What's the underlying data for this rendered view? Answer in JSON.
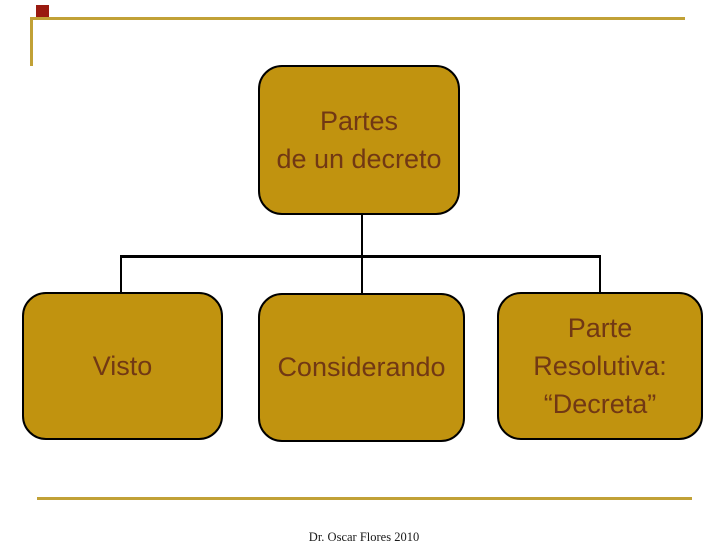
{
  "diagram": {
    "type": "hierarchy",
    "root": {
      "lines": [
        "Partes",
        "de un decreto"
      ]
    },
    "children": [
      {
        "lines": [
          "Visto"
        ]
      },
      {
        "lines": [
          "Considerando"
        ]
      },
      {
        "lines": [
          "Parte",
          "Resolutiva:",
          "“Decreta”"
        ]
      }
    ]
  },
  "footer": {
    "text": "Dr. Oscar Flores 2010"
  },
  "colors": {
    "background": "#FFFFFF",
    "node_fill": "#C1930F",
    "node_border": "#000000",
    "node_text": "#713814",
    "connector": "#000000",
    "accent_gold": "#C1A136",
    "accent_red": "#9A1A10",
    "footer_text": "#1A1A1A"
  }
}
